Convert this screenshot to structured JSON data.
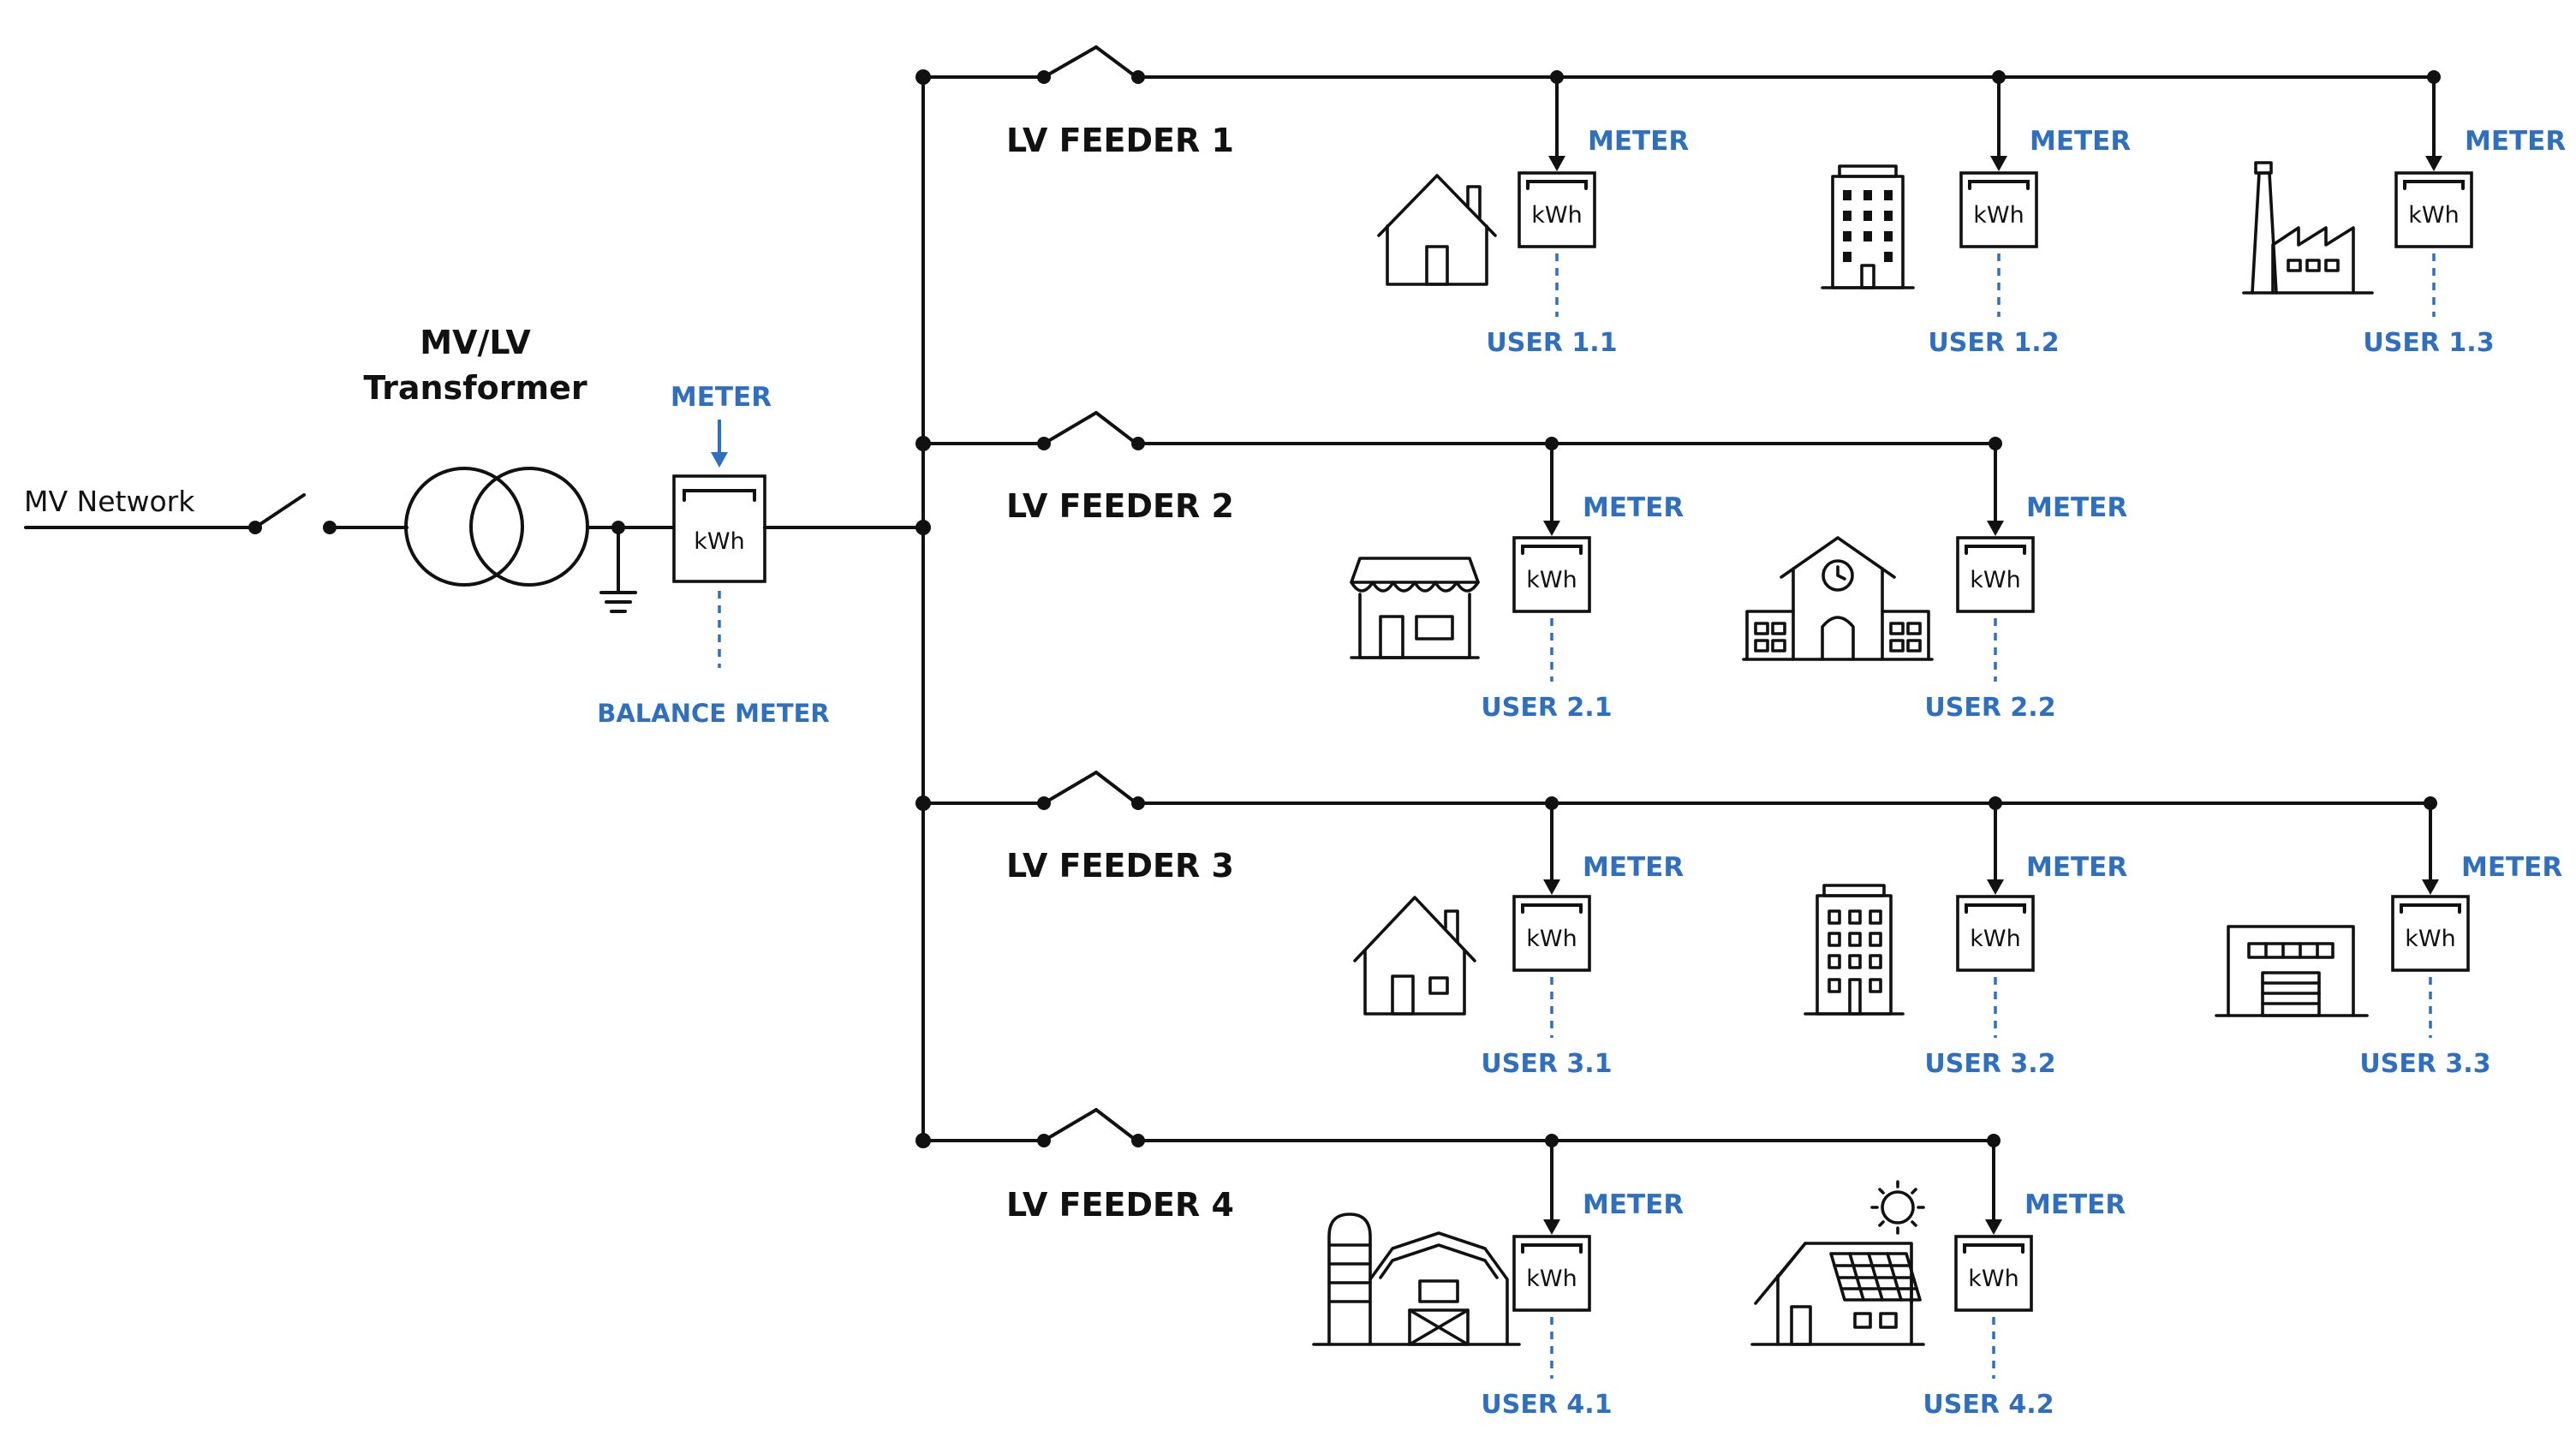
{
  "network": {
    "mv_label": "MV Network",
    "transformer_label_line1": "MV/LV",
    "transformer_label_line2": "Transformer",
    "balance_meter_label": "METER",
    "balance_meter_unit": "kWh",
    "balance_meter_caption": "BALANCE METER"
  },
  "feeders": [
    {
      "label": "LV FEEDER 1",
      "users": [
        {
          "building": "house-icon",
          "meter_label": "METER",
          "unit": "kWh",
          "user_word": "USER",
          "user_id": "1.1"
        },
        {
          "building": "office-building-icon",
          "meter_label": "METER",
          "unit": "kWh",
          "user_word": "USER",
          "user_id": "1.2"
        },
        {
          "building": "factory-icon",
          "meter_label": "METER",
          "unit": "kWh",
          "user_word": "USER",
          "user_id": "1.3"
        }
      ]
    },
    {
      "label": "LV FEEDER 2",
      "users": [
        {
          "building": "shop-icon",
          "meter_label": "METER",
          "unit": "kWh",
          "user_word": "USER",
          "user_id": "2.1"
        },
        {
          "building": "school-icon",
          "meter_label": "METER",
          "unit": "kWh",
          "user_word": "USER",
          "user_id": "2.2"
        }
      ]
    },
    {
      "label": "LV FEEDER 3",
      "users": [
        {
          "building": "house-icon",
          "meter_label": "METER",
          "unit": "kWh",
          "user_word": "USER",
          "user_id": "3.1"
        },
        {
          "building": "apartment-building-icon",
          "meter_label": "METER",
          "unit": "kWh",
          "user_word": "USER",
          "user_id": "3.2"
        },
        {
          "building": "warehouse-icon",
          "meter_label": "METER",
          "unit": "kWh",
          "user_word": "USER",
          "user_id": "3.3"
        }
      ]
    },
    {
      "label": "LV FEEDER 4",
      "users": [
        {
          "building": "farm-barn-icon",
          "meter_label": "METER",
          "unit": "kWh",
          "user_word": "USER",
          "user_id": "4.1"
        },
        {
          "building": "solar-house-icon",
          "meter_label": "METER",
          "unit": "kWh",
          "user_word": "USER",
          "user_id": "4.2"
        }
      ]
    }
  ],
  "colors": {
    "accent_blue": "#2f6fbf",
    "line": "#111111"
  }
}
